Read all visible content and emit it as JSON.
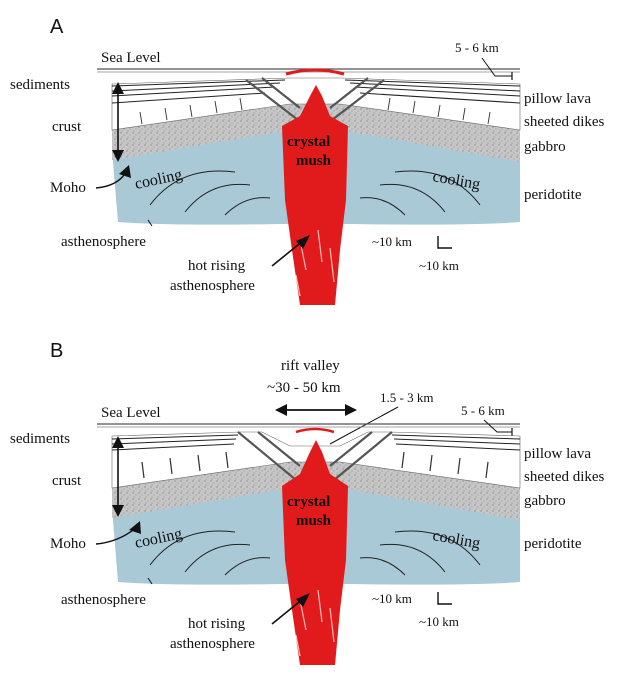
{
  "colors": {
    "mantle": "#a9c9d7",
    "mantle_edge": "#cfe0e8",
    "gabbro": "#c2c2c2",
    "crust_band": "#ffffff",
    "magma": "#e11b1b",
    "ink": "#111111"
  },
  "panels": [
    {
      "letter": "A",
      "sea_level": "Sea Level",
      "width_label": "5 - 6 km",
      "left_labels": {
        "sediments": "sediments",
        "crust": "crust",
        "moho": "Moho",
        "asthenosphere": "asthenosphere"
      },
      "right_labels": {
        "pillow_lava": "pillow lava",
        "sheeted_dikes": "sheeted dikes",
        "gabbro": "gabbro",
        "peridotite": "peridotite"
      },
      "cooling_left": "cooling",
      "cooling_right": "cooling",
      "mush_line1": "crystal",
      "mush_line2": "mush",
      "hot_line1": "hot rising",
      "hot_line2": "asthenosphere",
      "scale_vertical": "~10 km",
      "scale_horizontal": "~10 km"
    },
    {
      "letter": "B",
      "sea_level": "Sea Level",
      "width_label": "5 - 6 km",
      "rift_title": "rift valley",
      "rift_width": "~30 - 50 km",
      "rift_depth": "1.5 - 3 km",
      "left_labels": {
        "sediments": "sediments",
        "crust": "crust",
        "moho": "Moho",
        "asthenosphere": "asthenosphere"
      },
      "right_labels": {
        "pillow_lava": "pillow lava",
        "sheeted_dikes": "sheeted dikes",
        "gabbro": "gabbro",
        "peridotite": "peridotite"
      },
      "cooling_left": "cooling",
      "cooling_right": "cooling",
      "mush_line1": "crystal",
      "mush_line2": "mush",
      "hot_line1": "hot rising",
      "hot_line2": "asthenosphere",
      "scale_vertical": "~10 km",
      "scale_horizontal": "~10 km"
    }
  ]
}
